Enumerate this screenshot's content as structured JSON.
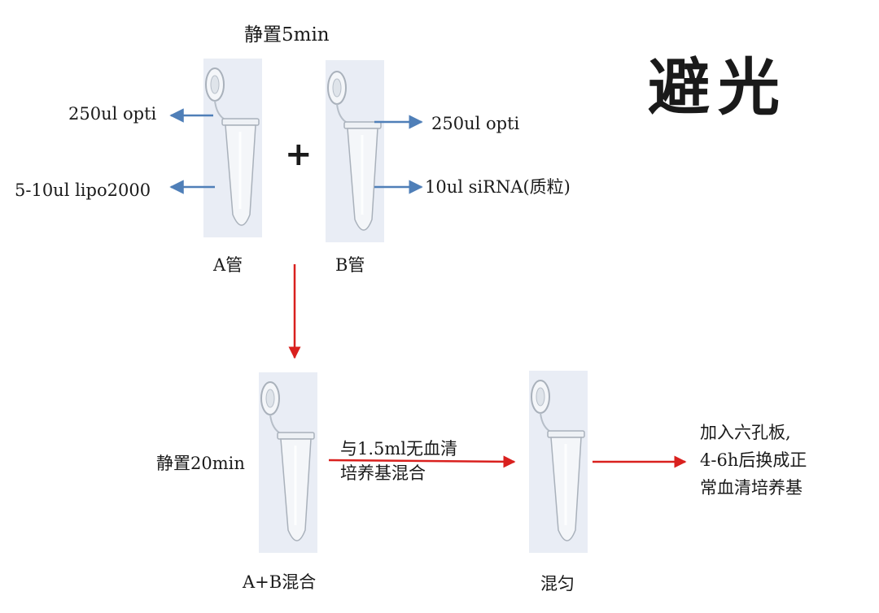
{
  "title_light": "避光",
  "incubate_top": "静置5min",
  "tube_a": {
    "label": "A管",
    "reagent_1": "250ul opti",
    "reagent_2": "5-10ul lipo2000"
  },
  "tube_b": {
    "label": "B管",
    "reagent_1": "250ul opti",
    "reagent_2": "10ul siRNA(质粒)"
  },
  "plus_sign": "+",
  "mix_tube": {
    "label": "A+B混合",
    "incubate": "静置20min"
  },
  "mix_step": {
    "line1": "与1.5ml无血清",
    "line2": "培养基混合"
  },
  "final_tube": {
    "label": "混匀"
  },
  "final_step": {
    "line1": "加入六孔板,",
    "line2": "4-6h后换成正",
    "line3": "常血清培养基"
  },
  "colors": {
    "blue_arrow": "#4f7fb8",
    "red_arrow": "#d9201e",
    "panel_bg": "#e9edf5"
  }
}
